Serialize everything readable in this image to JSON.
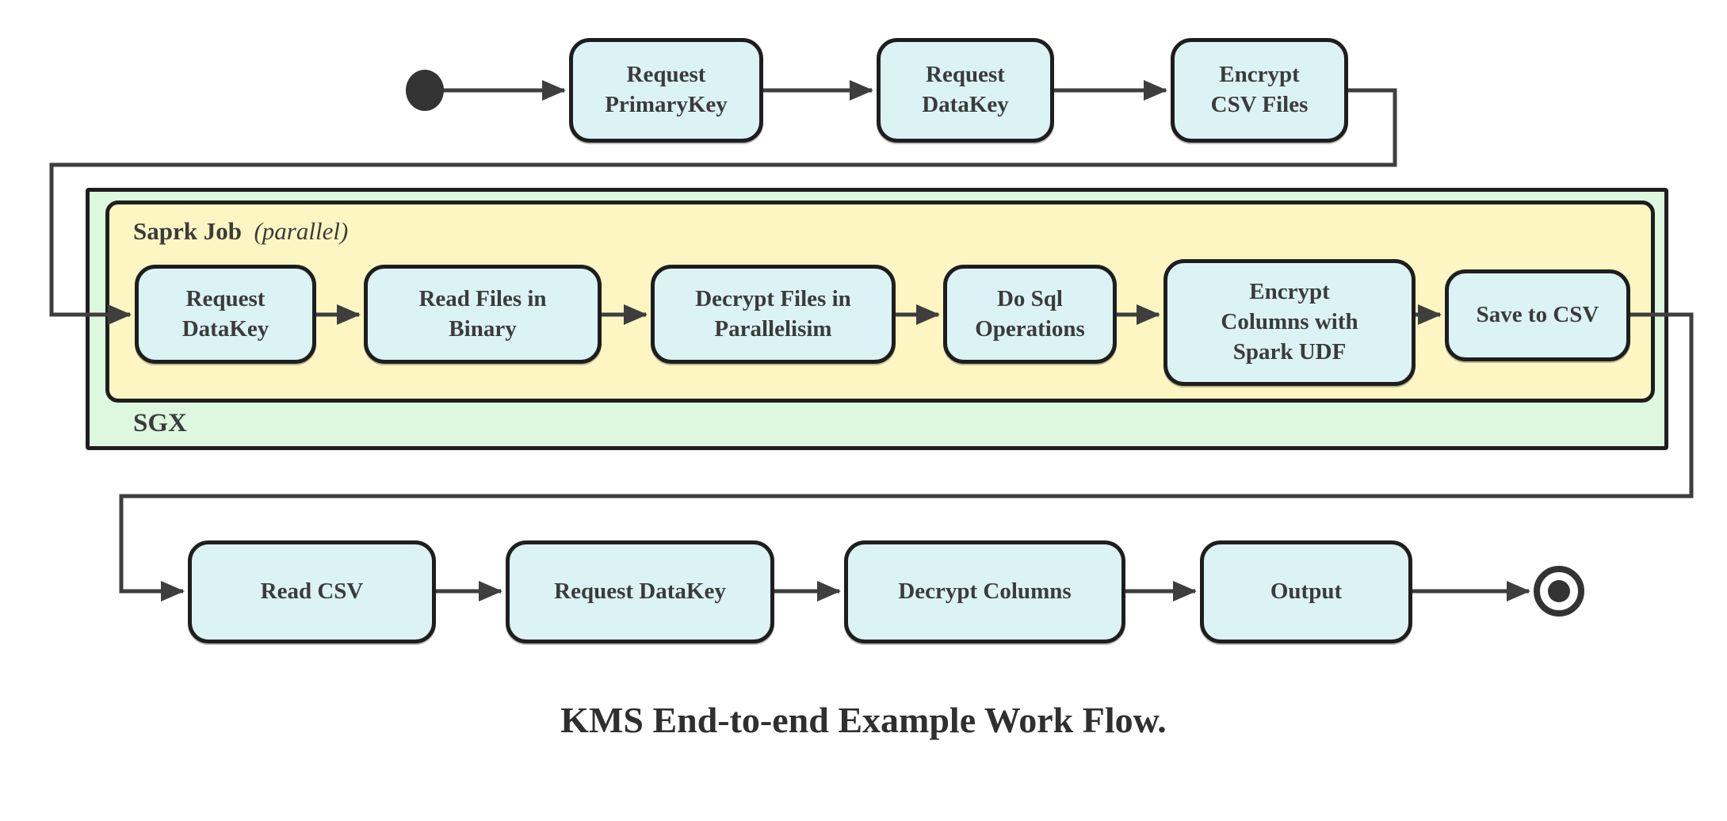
{
  "caption": "KMS End-to-end Example Work Flow.",
  "containers": {
    "sgx": {
      "label": "SGX"
    },
    "spark": {
      "label": "Saprk Job",
      "annotation": "(parallel)"
    }
  },
  "nodes": {
    "top": [
      {
        "label": "Request\nPrimaryKey"
      },
      {
        "label": "Request\nDataKey"
      },
      {
        "label": "Encrypt\nCSV Files"
      }
    ],
    "spark": [
      {
        "label": "Request\nDataKey"
      },
      {
        "label": "Read Files in\nBinary"
      },
      {
        "label": "Decrypt Files in\nParallelisim"
      },
      {
        "label": "Do Sql\nOperations"
      },
      {
        "label": "Encrypt\nColumns with\nSpark UDF"
      },
      {
        "label": "Save to CSV"
      }
    ],
    "bottom": [
      {
        "label": "Read CSV"
      },
      {
        "label": "Request DataKey"
      },
      {
        "label": "Decrypt Columns"
      },
      {
        "label": "Output"
      }
    ]
  },
  "colors": {
    "node-fill": "#dcf3f6",
    "spark-fill": "#fdf6c3",
    "sgx-fill": "#ddf8de",
    "border": "#1e1e1e",
    "line": "#3e3e3e",
    "text": "#3b3b3b"
  }
}
